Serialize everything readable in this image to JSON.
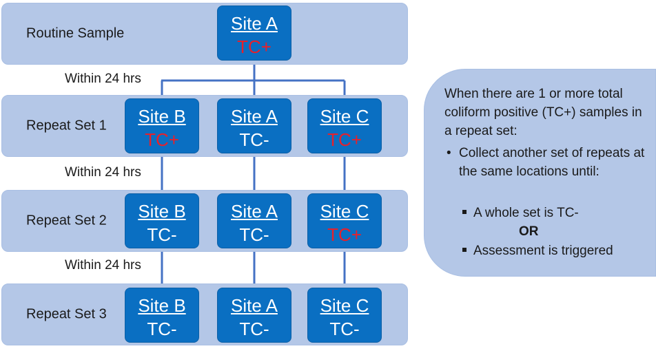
{
  "rows": [
    {
      "label": "Routine Sample",
      "sites": [
        {
          "name": "Site A",
          "result": "TC+",
          "positive": true
        }
      ]
    },
    {
      "label": "Repeat Set 1",
      "sites": [
        {
          "name": "Site B",
          "result": "TC+",
          "positive": true
        },
        {
          "name": "Site A",
          "result": "TC-",
          "positive": false
        },
        {
          "name": "Site C",
          "result": "TC+",
          "positive": true
        }
      ]
    },
    {
      "label": "Repeat Set 2",
      "sites": [
        {
          "name": "Site B",
          "result": "TC-",
          "positive": false
        },
        {
          "name": "Site A",
          "result": "TC-",
          "positive": false
        },
        {
          "name": "Site C",
          "result": "TC+",
          "positive": true
        }
      ]
    },
    {
      "label": "Repeat Set 3",
      "sites": [
        {
          "name": "Site B",
          "result": "TC-",
          "positive": false
        },
        {
          "name": "Site A",
          "result": "TC-",
          "positive": false
        },
        {
          "name": "Site C",
          "result": "TC-",
          "positive": false
        }
      ]
    }
  ],
  "timing_labels": [
    "Within 24 hrs",
    "Within 24 hrs",
    "Within 24 hrs"
  ],
  "note": {
    "intro": "When there are 1 or more total coliform positive (TC+) samples in a repeat set:",
    "bullet": "Collect another set of repeats at the same locations until:",
    "sub1": "A whole set is TC-",
    "or": "OR",
    "sub2": "Assessment is triggered"
  },
  "colors": {
    "band": "#b4c7e7",
    "site_box": "#0a6fc2",
    "positive_text": "#e8202a",
    "negative_text": "#ffffff",
    "connector": "#4472c4"
  }
}
